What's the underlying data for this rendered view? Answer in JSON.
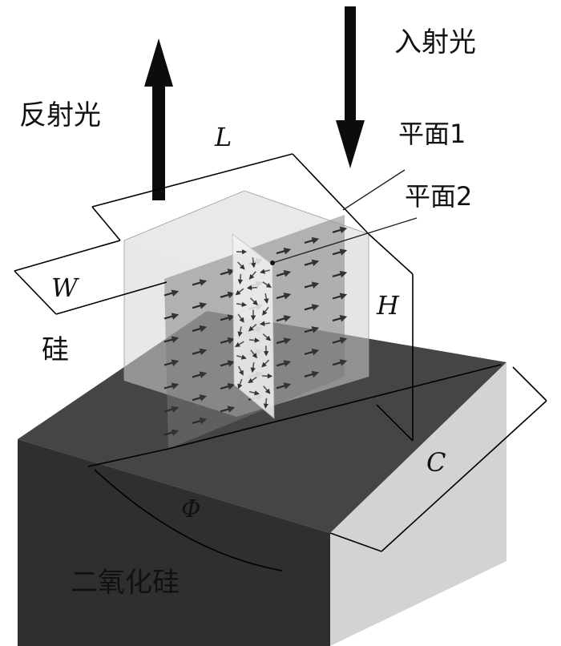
{
  "labels": {
    "incident_light": "入射光",
    "reflected_light": "反射光",
    "plane1": "平面1",
    "plane2": "平面2",
    "silicon": "硅",
    "silica": "二氧化硅",
    "L": "L",
    "W": "W",
    "H": "H",
    "C": "C",
    "phi": "Φ"
  },
  "colors": {
    "substrate_top": "#454545",
    "substrate_front": "#2e2e2e",
    "substrate_side": "#d2d2d2",
    "silicon_block": "#d8d8d8",
    "arrow": "#0c0c0c"
  },
  "icons": {
    "incident": "arrow-down-icon",
    "reflected": "arrow-up-icon"
  }
}
